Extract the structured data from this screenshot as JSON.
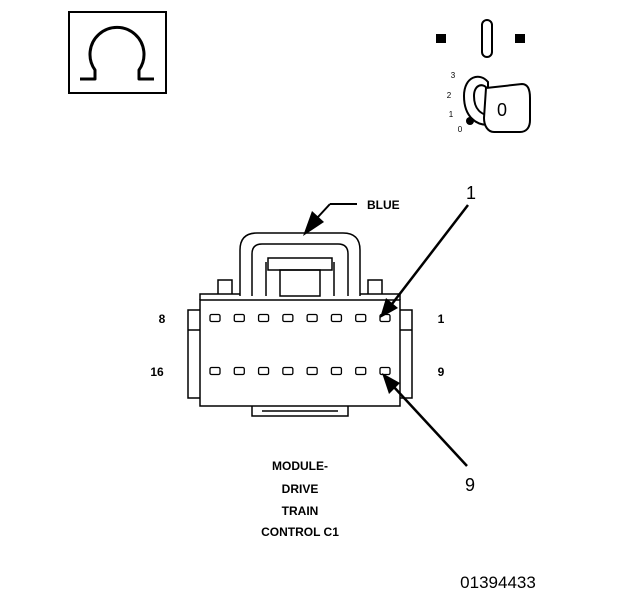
{
  "symbol": {
    "icon": "ohm-icon"
  },
  "ignition_key": {
    "icon": "ignition-key-icon",
    "positions": [
      "3",
      "2",
      "1",
      "0"
    ],
    "key_label": "0"
  },
  "connector": {
    "color_label": "BLUE",
    "top_row": {
      "left_label": "8",
      "right_label": "1",
      "pin_count": 8
    },
    "bottom_row": {
      "left_label": "16",
      "right_label": "9",
      "pin_count": 8
    },
    "callouts": {
      "pin_a": "1",
      "pin_b": "9"
    },
    "title_lines": [
      "MODULE-",
      "DRIVE",
      "TRAIN",
      "CONTROL C1"
    ]
  },
  "figure_id": "01394433"
}
